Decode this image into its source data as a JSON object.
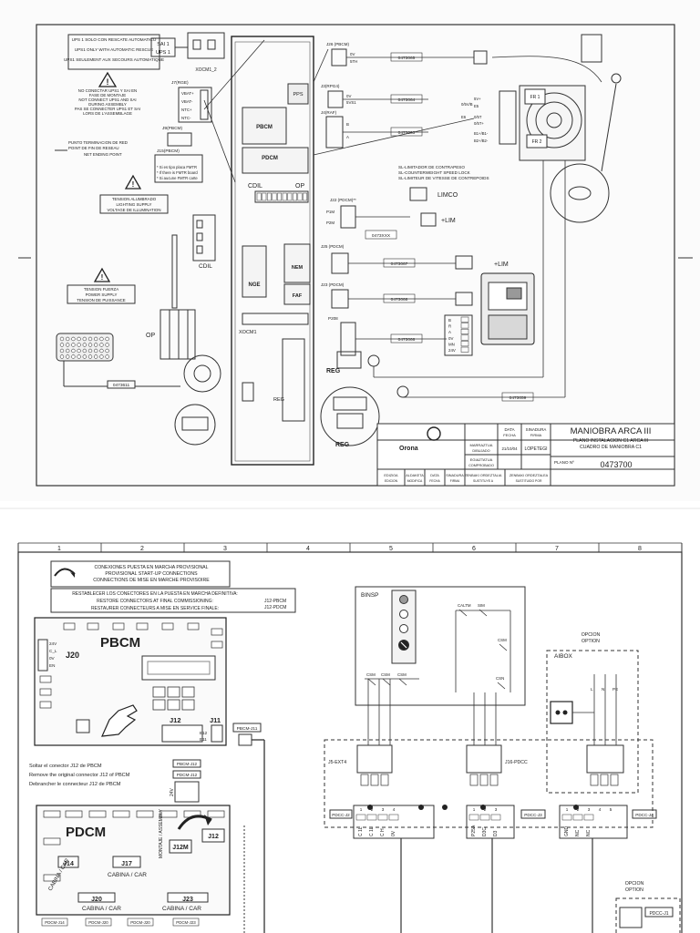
{
  "sheet1": {
    "ups_box": [
      "UPS 1 SOLO CON RESCATE AUTOMATICO",
      "UPS1 ONLY WITH AUTOMATIC RESCUE",
      "UPS1 SEULEMENT AUX SECOURS AUTOMATIQUE"
    ],
    "sai_label": "SAI 1",
    "ups_label": "UPS 1",
    "xocm_label": "XOCM1_2",
    "j7_label": "J7(RGE)",
    "j7_pins": [
      "VBAT+",
      "VBAT-",
      "NTC+",
      "NTC-"
    ],
    "warn_note": [
      "NO CONECTAR UPS1 Y SAI EN",
      "FASE DE MONTAJE",
      "NOT CONNECT UPS1 AND SAI",
      "DURING ASSEMBLY",
      "PAS SE CONNECTER UPS1 ET SAI",
      "LORS DE L'ASSEMBLAGE"
    ],
    "j9_label": "J9(PBCM)",
    "ending_point": [
      "PUNTO TERMINACION DE RED",
      "POINT DE FIN DE RESEAU",
      "NET ENDING POINT"
    ],
    "jtv_label": "J15(PBCM)",
    "fmtr_note": [
      "* Si es tipo placa FMTR",
      "* If there is FMTR board",
      "* Si aucune FMTR carte"
    ],
    "lighting": [
      "TENSION ALUMBRADO",
      "LIGHTING SUPPLY",
      "VOLTAGE DE ILLUMINATION"
    ],
    "power": [
      "TENSION FUERZA",
      "POWER SUPPLY",
      "TENSION DE PUISSANCE"
    ],
    "panel_labels": [
      "PPS",
      "PBCM",
      "PDCM",
      "OP",
      "CDIL",
      "NGE",
      "NEM",
      "FAF",
      "XOCM1",
      "REG"
    ],
    "cdil": "CDIL",
    "op": "OP",
    "reg1": "REG",
    "reg2": "REG",
    "j26_label": "J26 (PBCM)",
    "j26_pins": [
      "0V",
      "5TH"
    ],
    "j3_label": "J3(RPG4)",
    "j3_pins": [
      "0V",
      "5VS1"
    ],
    "j4_label": "J4(RAF)",
    "j4_pins": [
      "B",
      "A"
    ],
    "j22_label": "J22 (PDCM)**",
    "j22_pins": [
      "P1M",
      "P2M"
    ],
    "j25_label": "J25 (PDCM)",
    "j23_label": "J23 (PDCM)",
    "j21_label": "J21 (PDCM)",
    "p208": "P208",
    "p208_pins": [
      "B",
      "R",
      "A",
      "0V",
      "MN",
      "24V"
    ],
    "cables": [
      "0473065",
      "0473064",
      "0473063",
      "0473XXX",
      "0473067",
      "0473068",
      "0473066",
      "0473059",
      "0473611"
    ],
    "encoder_pins": [
      "0/5V/B",
      "5V+",
      "E5",
      "E6",
      "0/5T",
      "0/5T+",
      "B1+/B1-",
      "B2+/B2-"
    ],
    "fr_labels": [
      "FR 1",
      "FR 2"
    ],
    "limitador": [
      "SL-LIMITADOR DE CONTRAPESO",
      "SL-COUNTERWEIGHT SPEED LOCK",
      "SL-LIMITEUR DE VITESSE DE CONTREPOIDS"
    ],
    "limco": "LIMCO",
    "plim1": "+LIM",
    "plim2": "+LIM",
    "title": {
      "main": "MANIOBRA ARCA III",
      "sub1": "PLANO INSTALACION C1 ARCA III",
      "sub2": "CUADRO DE MANIOBRA C1",
      "number": "0473700",
      "plano": "PLANO Nº",
      "brand": "Orona",
      "col_data": "DATA",
      "col_fecha": "FECHA",
      "col_sinadura": "SINADURA",
      "col_firma": "FIRMA",
      "row1": "MARRAZTUA",
      "row1b": "DIBUJADO",
      "row2": "EGIAZTATUA",
      "row2b": "COMPROBADO",
      "date": "21/10/04",
      "firm": "LOPETEGI",
      "rev_cols": [
        "EDIZIOA",
        "ALDAKETA",
        "DATA",
        "SINADURA",
        "ZENBAKI ORDEZTALIA",
        "ZENBAKI ORDEZTALEA"
      ],
      "rev_cols_b": [
        "EDICION",
        "MODIFICA",
        "FECHA",
        "FIRMA",
        "SUSTITUYE A",
        "SUSTITUIDO POR"
      ]
    }
  },
  "sheet2": {
    "grid": [
      "1",
      "2",
      "3",
      "4",
      "5",
      "6",
      "7",
      "8"
    ],
    "provisional": [
      "CONEXIONES PUESTA EN MARCHA PROVISIONAL",
      "PROVISIONAL START-UP CONNECTIONS",
      "CONNECTIONS DE MISE EN MARCHE PROVISOIRE"
    ],
    "restore": [
      "RESTABLECER LOS CONECTORES EN LA PUESTA EN MARCHA DEFINITIVA:",
      "RESTORE CONNECTORS AT FINAL COMMISSIONING:",
      "RESTAURER CONNECTEURS A MISE EN SERVICE FINALE:"
    ],
    "restore_refs": [
      "J12-PBCM",
      "J12-PDCM"
    ],
    "pbcm": "PBCM",
    "j20": "J20",
    "j20_pins": [
      "24V",
      "C_L",
      "0V",
      "EN"
    ],
    "j12": "J12",
    "j11": "J11",
    "e_pins": [
      "E12",
      "E11"
    ],
    "pbcm_j11": "PBCM-J11",
    "pbcm_j12": "PBCM-J12",
    "pdcm_j12": "PDCM-J12",
    "solder": [
      "Soltar el conector J12 de PBCM",
      "Remove the original connector J12 of PBCM",
      "Debrancher le connecteur J12 de PBCM"
    ],
    "pdcm": "PDCM",
    "pdcm_labels": [
      "J14",
      "J17",
      "J12M",
      "J20",
      "J23",
      "J12"
    ],
    "cabina": [
      "CABINA / CAR",
      "CABINA / CAR",
      "CABINA / CAR",
      "CABINA / CAR"
    ],
    "montaje": "MONTAJE / ASSEMBLY",
    "v24": "24V",
    "pdcm_bottom": [
      "PDCM-J14",
      "PDCM-J20",
      "PDCM-J20",
      "PDCM-J23"
    ],
    "binsp": "BINSP",
    "binsp_contacts": [
      "CALTM",
      "SIM",
      "CSM",
      "CSN",
      "CSM",
      "CSM",
      "CSM"
    ],
    "j5_ext4": "J5-EXT4",
    "j16_pdcc": "J16-PDCC",
    "pdcc_j2": "PDCC-J2",
    "pdcc_j3": "PDCC-J3",
    "pdcc_j4": "PDCC-J4",
    "pdcc_j1": "PDCC-J1",
    "term_j2": [
      "C 1L",
      "C 1L",
      "C H",
      "0V"
    ],
    "term_j3": [
      "P25A",
      "D3C",
      "D3"
    ],
    "term_j4": [
      "GND",
      "NC",
      "NC"
    ],
    "num_j2": [
      "1",
      "2",
      "3",
      "4"
    ],
    "num_j3": [
      "1",
      "2",
      "3"
    ],
    "num_j4": [
      "1",
      "2",
      "3",
      "4",
      "5"
    ],
    "aibox": "AIBOX",
    "opcion": [
      "OPCION",
      "OPTION"
    ],
    "opcion2": [
      "OPCION",
      "OPTION"
    ],
    "aibox_pins": [
      "L",
      "N",
      "PE"
    ]
  }
}
